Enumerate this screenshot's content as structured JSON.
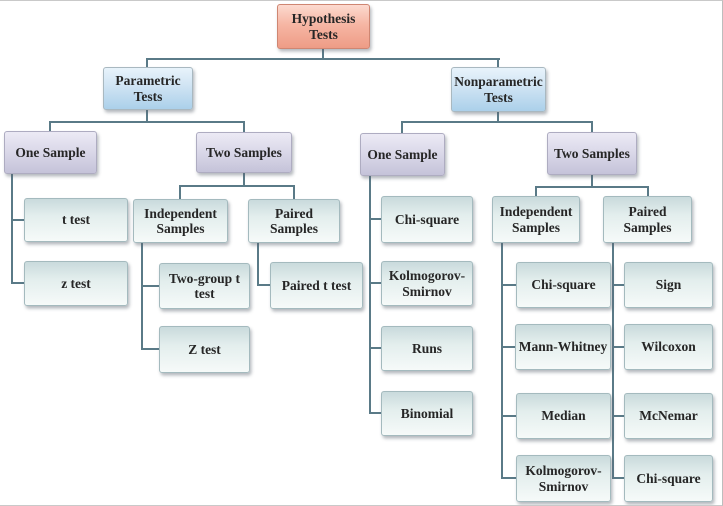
{
  "tree": {
    "root": {
      "label": "Hypothesis Tests"
    },
    "parametric": {
      "label": "Parametric Tests",
      "one_sample": {
        "label": "One Sample",
        "tests": [
          "t test",
          "z test"
        ]
      },
      "two_samples": {
        "label": "Two Samples",
        "independent": {
          "label": "Independent Samples",
          "tests": [
            "Two-group t test",
            "Z test"
          ]
        },
        "paired": {
          "label": "Paired Samples",
          "tests": [
            "Paired t test"
          ]
        }
      }
    },
    "nonparametric": {
      "label": "Nonparametric Tests",
      "one_sample": {
        "label": "One Sample",
        "tests": [
          "Chi-square",
          "Kolmogorov-Smirnov",
          "Runs",
          "Binomial"
        ]
      },
      "two_samples": {
        "label": "Two Samples",
        "independent": {
          "label": "Independent Samples",
          "tests": [
            "Chi-square",
            "Mann-Whitney",
            "Median",
            "Kolmogorov-Smirnov"
          ]
        },
        "paired": {
          "label": "Paired Samples",
          "tests": [
            "Sign",
            "Wilcoxon",
            "McNemar",
            "Chi-square"
          ]
        }
      }
    }
  },
  "colors": {
    "root_box": "#f0a38e",
    "category_box": "#abd0ea",
    "group_box": "#c5c3d9",
    "test_box": "#dce9ea",
    "connector": "#5a7a87",
    "text": "#262626"
  }
}
